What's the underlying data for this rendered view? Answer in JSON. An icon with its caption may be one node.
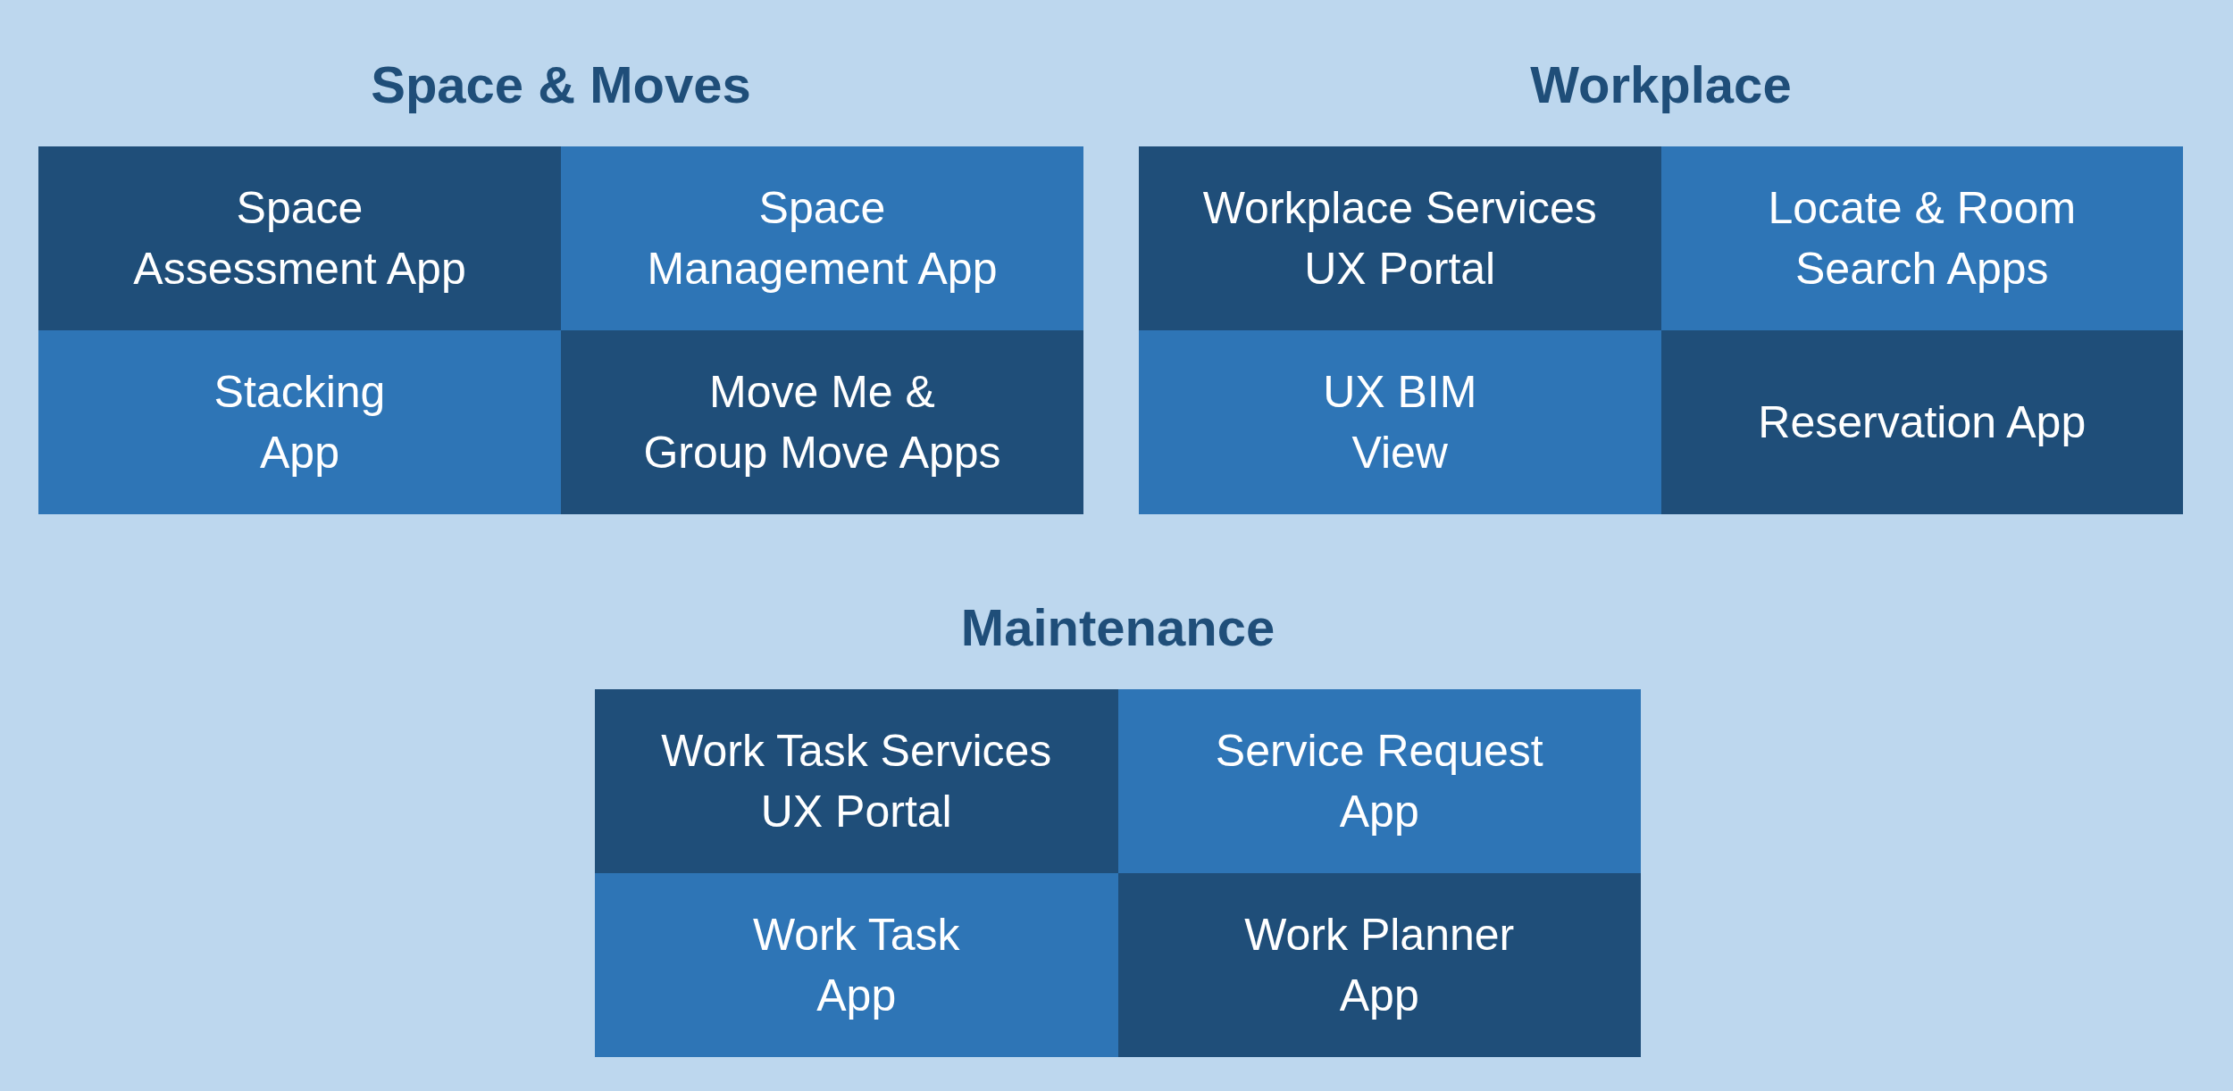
{
  "diagram": {
    "nodes": [
      {
        "text": [
          "Space & Moves"
        ]
      },
      {
        "text": [
          "Space Assessment App"
        ],
        "in": 0
      },
      {
        "text": [
          "Space Management App"
        ],
        "in": 0
      },
      {
        "text": [
          "Stacking App"
        ],
        "in": 0
      },
      {
        "text": [
          "Move Me & Group Move Apps"
        ],
        "in": 0
      },
      {
        "text": [
          "Workplace"
        ]
      },
      {
        "text": [
          "Workplace Services UX Portal"
        ],
        "in": 5
      },
      {
        "text": [
          "Locate & Room Search Apps"
        ],
        "in": 5
      },
      {
        "text": [
          "UX BIM View"
        ],
        "in": 5
      },
      {
        "text": [
          "Reservation App"
        ],
        "in": 5
      },
      {
        "text": [
          "Maintenance"
        ]
      },
      {
        "text": [
          "Work Task Services UX Portal"
        ],
        "in": 10
      },
      {
        "text": [
          "Service Request App"
        ],
        "in": 10
      },
      {
        "text": [
          "Work Task App"
        ],
        "in": 10
      },
      {
        "text": [
          "Work Planner App"
        ],
        "in": 10
      }
    ]
  }
}
